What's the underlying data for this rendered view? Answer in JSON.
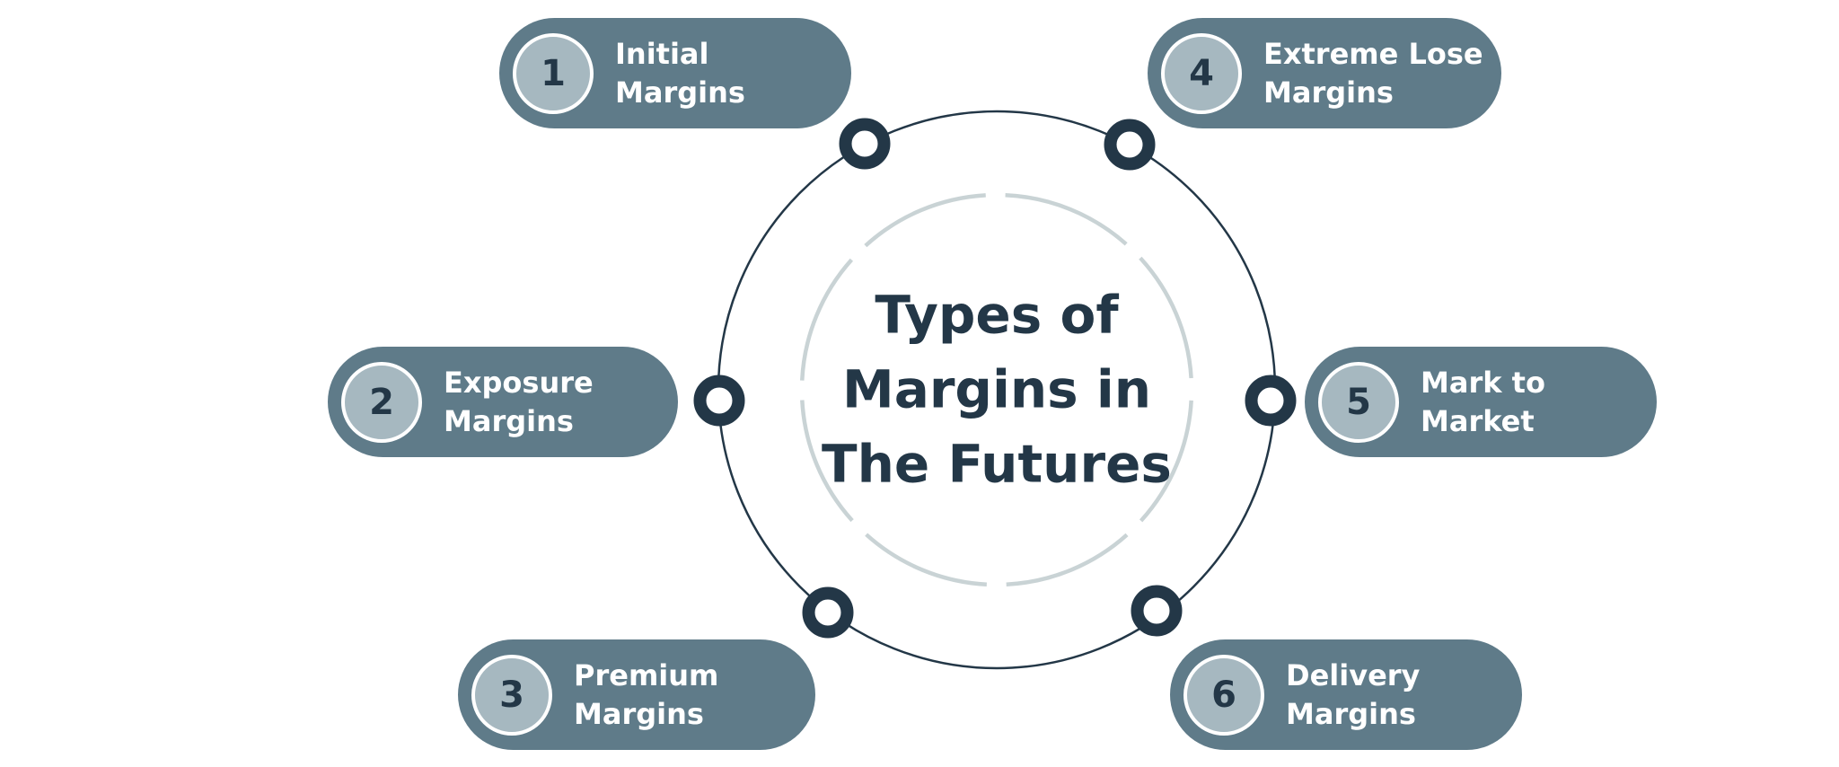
{
  "title": {
    "line1": "Types of",
    "line2": "Margins in",
    "line3": "The Futures"
  },
  "items": [
    {
      "number": "1",
      "lines": [
        "Initial",
        "Margins"
      ]
    },
    {
      "number": "2",
      "lines": [
        "Exposure",
        "Margins"
      ]
    },
    {
      "number": "3",
      "lines": [
        "Premium",
        "Margins"
      ]
    },
    {
      "number": "4",
      "lines": [
        "Extreme Lose",
        "Margins"
      ]
    },
    {
      "number": "5",
      "lines": [
        "Mark to",
        "Market"
      ]
    },
    {
      "number": "6",
      "lines": [
        "Delivery",
        "Margins"
      ]
    }
  ],
  "colors": {
    "pill_bg": "#5F7B89",
    "badge_bg": "#A6B8C0",
    "badge_border": "#FFFFFF",
    "dark_navy": "#233747",
    "inner_circle": "#C9D3D5",
    "background": "#FFFFFF"
  }
}
